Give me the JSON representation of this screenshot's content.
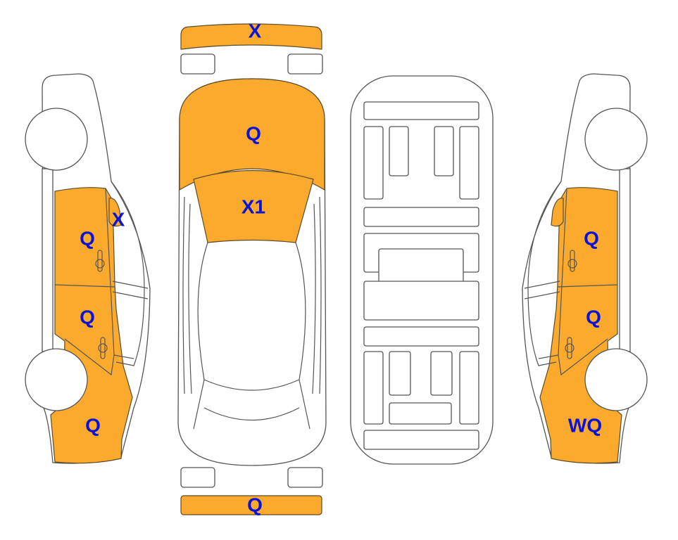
{
  "colors": {
    "damage": "#fbaa2d",
    "label": "#0a14d8",
    "outline": "#555555"
  },
  "labels": {
    "front_bumper": "X",
    "hood": "Q",
    "windshield": "X1",
    "rear_bumper": "Q",
    "left_mirror": "X",
    "left_front_door": "Q",
    "left_rear_door": "Q",
    "left_rear_fender": "Q",
    "right_front_door": "Q",
    "right_rear_door": "Q",
    "right_rear_fender": "WQ"
  }
}
